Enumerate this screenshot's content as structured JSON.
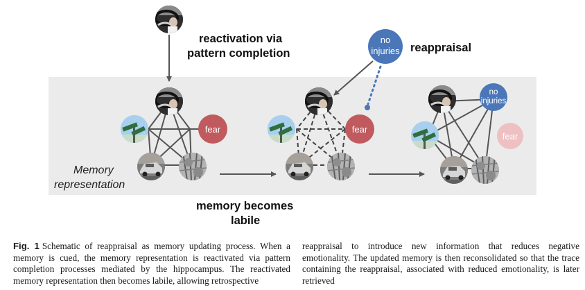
{
  "diagram": {
    "labels": {
      "reactivation_1": "reactivation via",
      "reactivation_2": "pattern completion",
      "reappraisal": "reappraisal",
      "labile_1": "memory becomes",
      "labile_2": "labile",
      "memory_rep_1": "Memory",
      "memory_rep_2": "representation"
    },
    "nodes": {
      "fear": "fear",
      "no_injuries_1": "no",
      "no_injuries_2": "injuries"
    },
    "colors": {
      "fear": "#c05a5e",
      "fear_faded": "#eec0c2",
      "no_injuries": "#4b77b9",
      "band": "#ebebeb"
    }
  },
  "caption": {
    "fig_label": "Fig. 1",
    "left": "Schematic of reappraisal as memory updating process. When a memory is cued, the memory representation is reactivated via pattern completion processes mediated by the hippocampus. The reactivated memory representation then becomes labile, allowing retrospective",
    "right": "reappraisal to introduce new information that reduces negative emotionality. The updated memory is then reconsolidated so that the trace containing the reappraisal, associated with reduced emotionality, is later retrieved"
  }
}
